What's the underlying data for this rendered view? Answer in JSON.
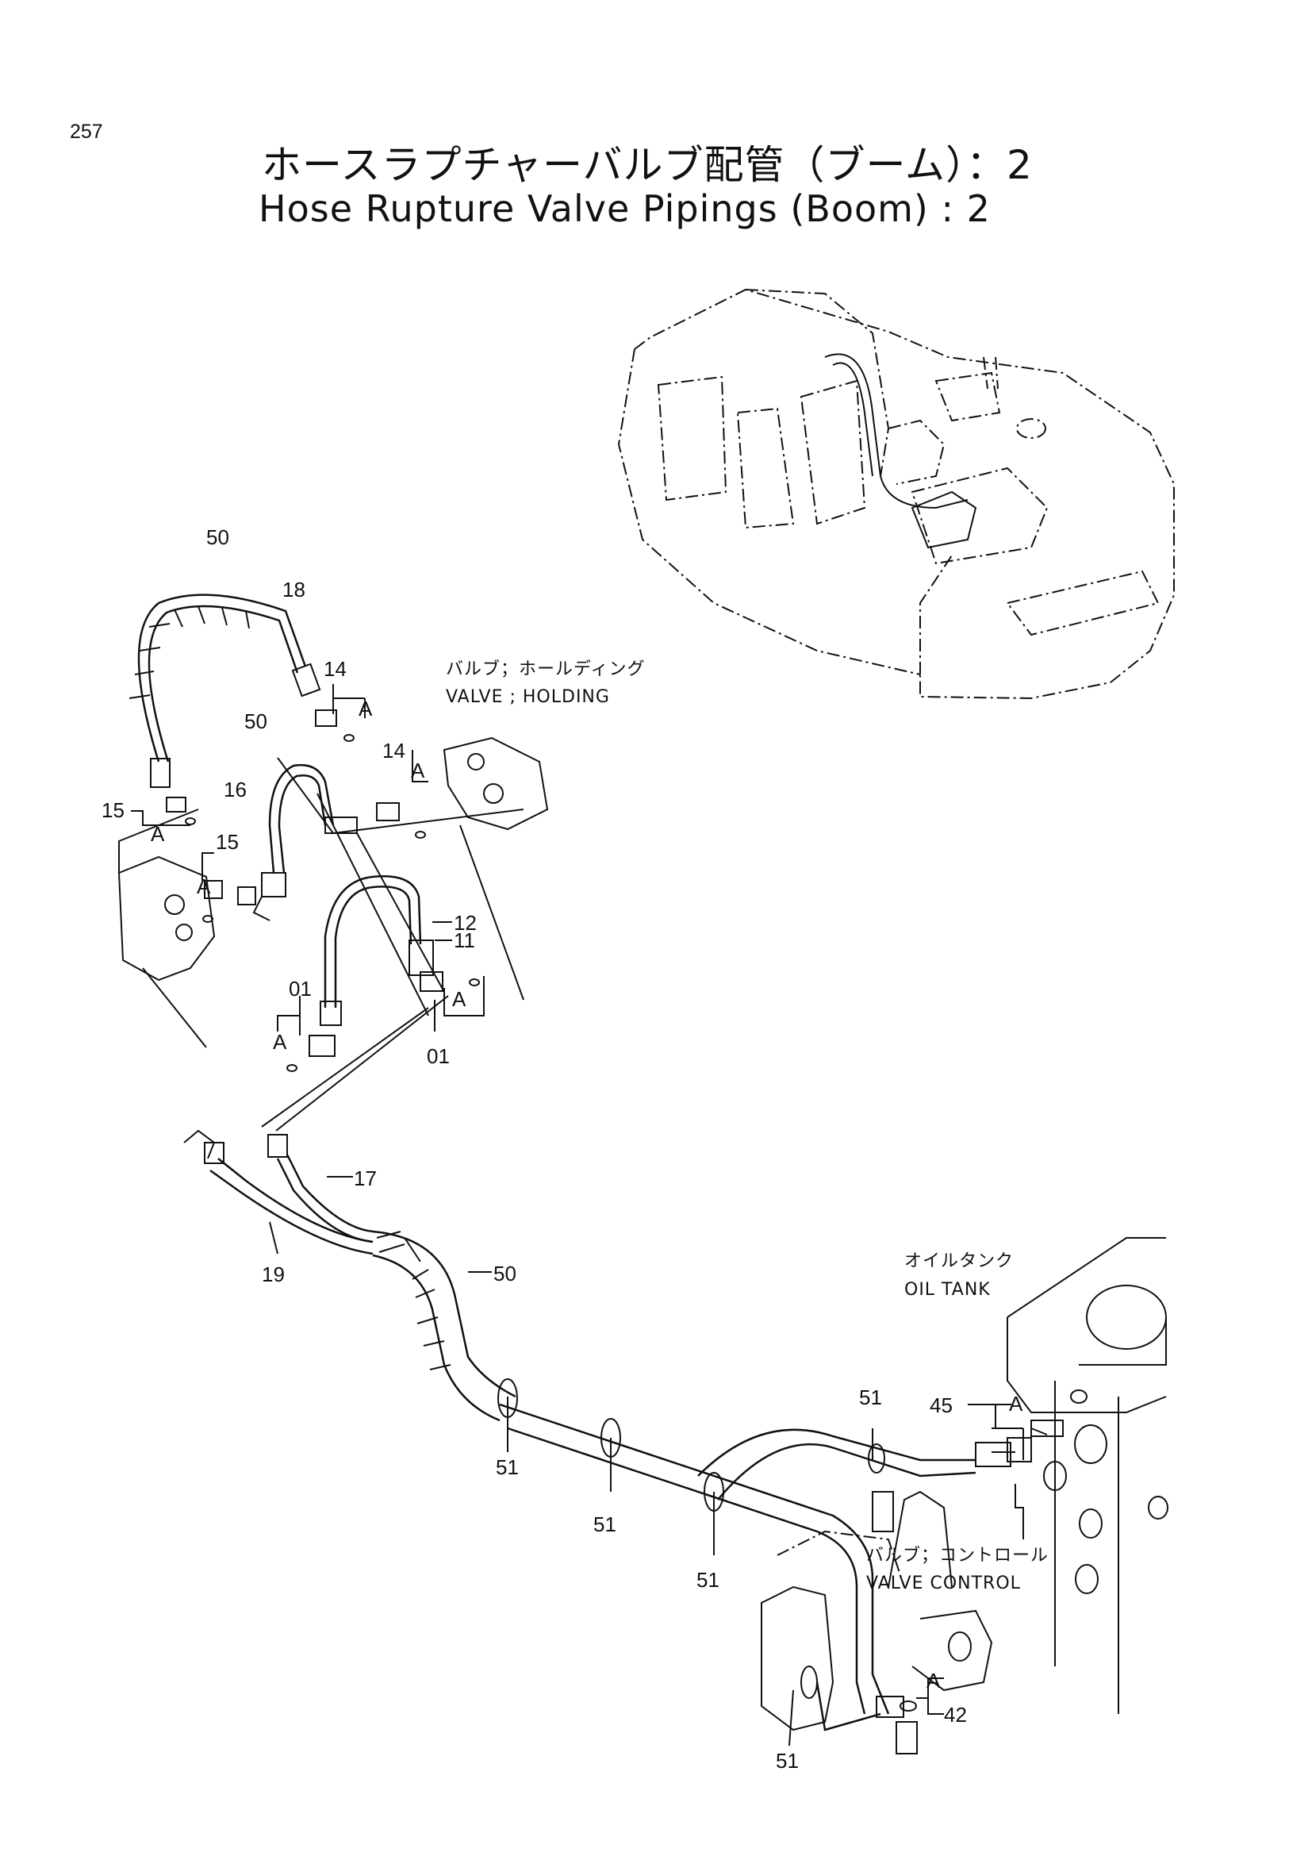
{
  "page": {
    "number": "257",
    "title_jp": "ホースラプチャーバルブ配管（ブーム）：2",
    "title_en": "Hose Rupture Valve Pipings (Boom) : 2"
  },
  "notes": {
    "holding_valve_jp": "バルブ；ホールディング",
    "holding_valve_en": "VALVE ; HOLDING",
    "oil_tank_jp": "オイルタンク",
    "oil_tank_en": "OIL TANK",
    "control_valve_jp": "バルブ；コントロール",
    "control_valve_en": "VALVE CONTROL"
  },
  "callouts": {
    "c50a": "50",
    "c18": "18",
    "c14a": "14",
    "cA1": "A",
    "c50b": "50",
    "c14b": "14",
    "cA2": "A",
    "c15a": "15",
    "cA3": "A",
    "c16": "16",
    "c15b": "15",
    "cA4": "A",
    "c12": "12",
    "c11": "11",
    "c01a": "01",
    "cA5": "A",
    "cA6": "A",
    "c01b": "01",
    "c17": "17",
    "c19": "19",
    "c50c": "50",
    "c51a": "51",
    "c51b": "51",
    "c51c": "51",
    "c51d": "51",
    "c51e": "51",
    "c45": "45",
    "cA7": "A",
    "cA8": "A",
    "c42": "42"
  }
}
